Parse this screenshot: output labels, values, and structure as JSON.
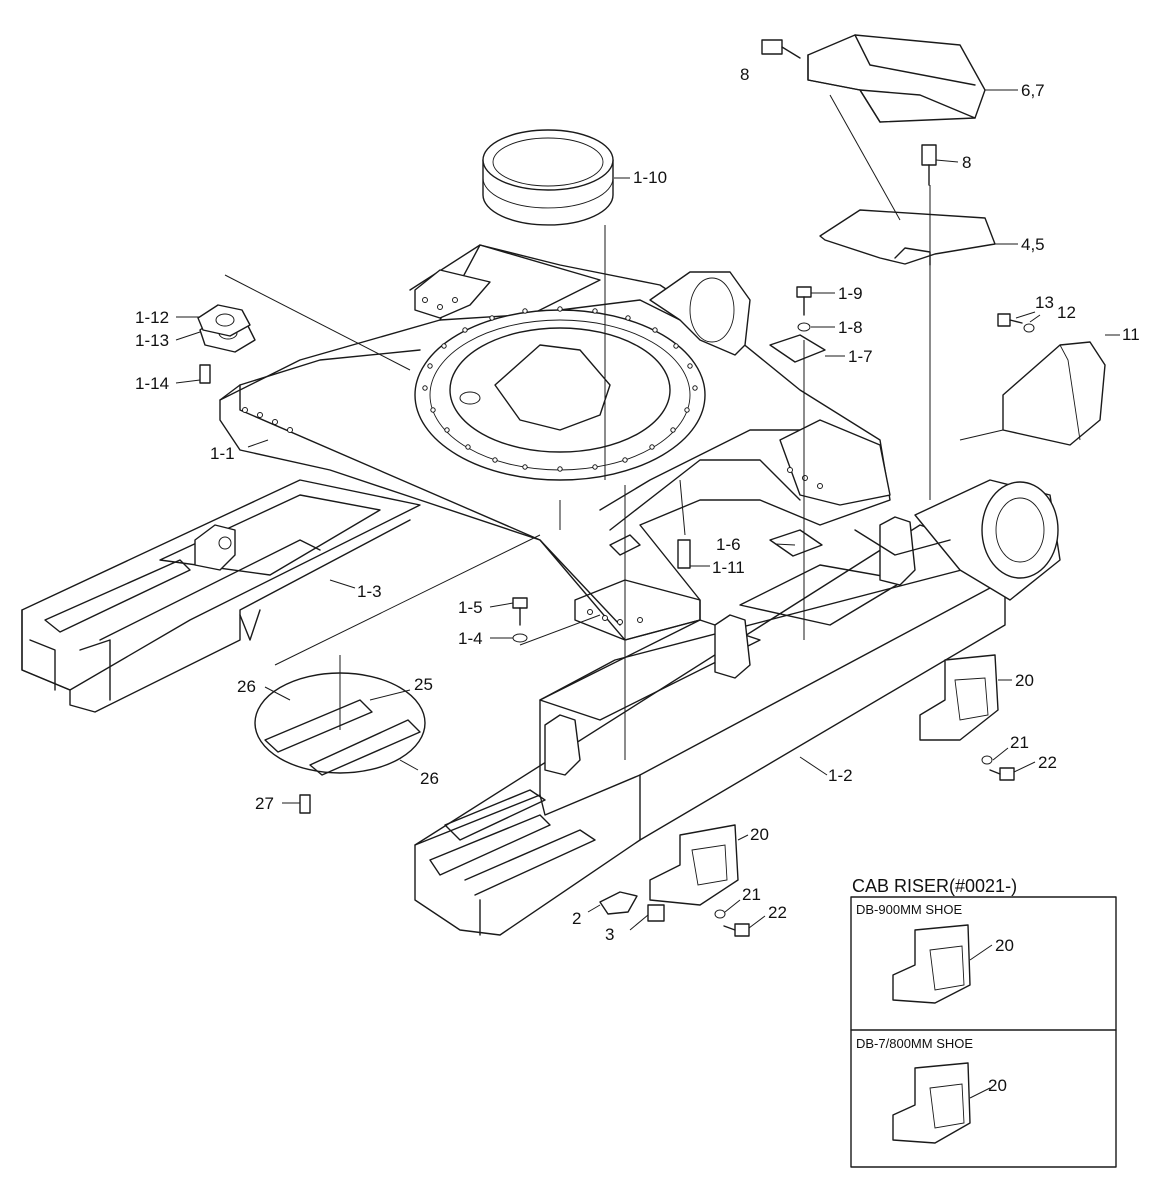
{
  "colors": {
    "line": "#1a1a1a",
    "background": "#ffffff"
  },
  "labels": {
    "l_1_1": "1-1",
    "l_1_2": "1-2",
    "l_1_3": "1-3",
    "l_1_4": "1-4",
    "l_1_5": "1-5",
    "l_1_6": "1-6",
    "l_1_7": "1-7",
    "l_1_8": "1-8",
    "l_1_9": "1-9",
    "l_1_10": "1-10",
    "l_1_11": "1-11",
    "l_1_12": "1-12",
    "l_1_13": "1-13",
    "l_1_14": "1-14",
    "l_2": "2",
    "l_3": "3",
    "l_4_5": "4,5",
    "l_6_7": "6,7",
    "l_8a": "8",
    "l_8b": "8",
    "l_11": "11",
    "l_12": "12",
    "l_13": "13",
    "l_20a": "20",
    "l_20b": "20",
    "l_21a": "21",
    "l_21b": "21",
    "l_22a": "22",
    "l_22b": "22",
    "l_25": "25",
    "l_26a": "26",
    "l_26b": "26",
    "l_27": "27"
  },
  "inset": {
    "title": "CAB RISER(#0021-)",
    "section1_title": "DB-900MM SHOE",
    "section1_part": "20",
    "section2_title": "DB-7/800MM SHOE",
    "section2_part": "20"
  }
}
